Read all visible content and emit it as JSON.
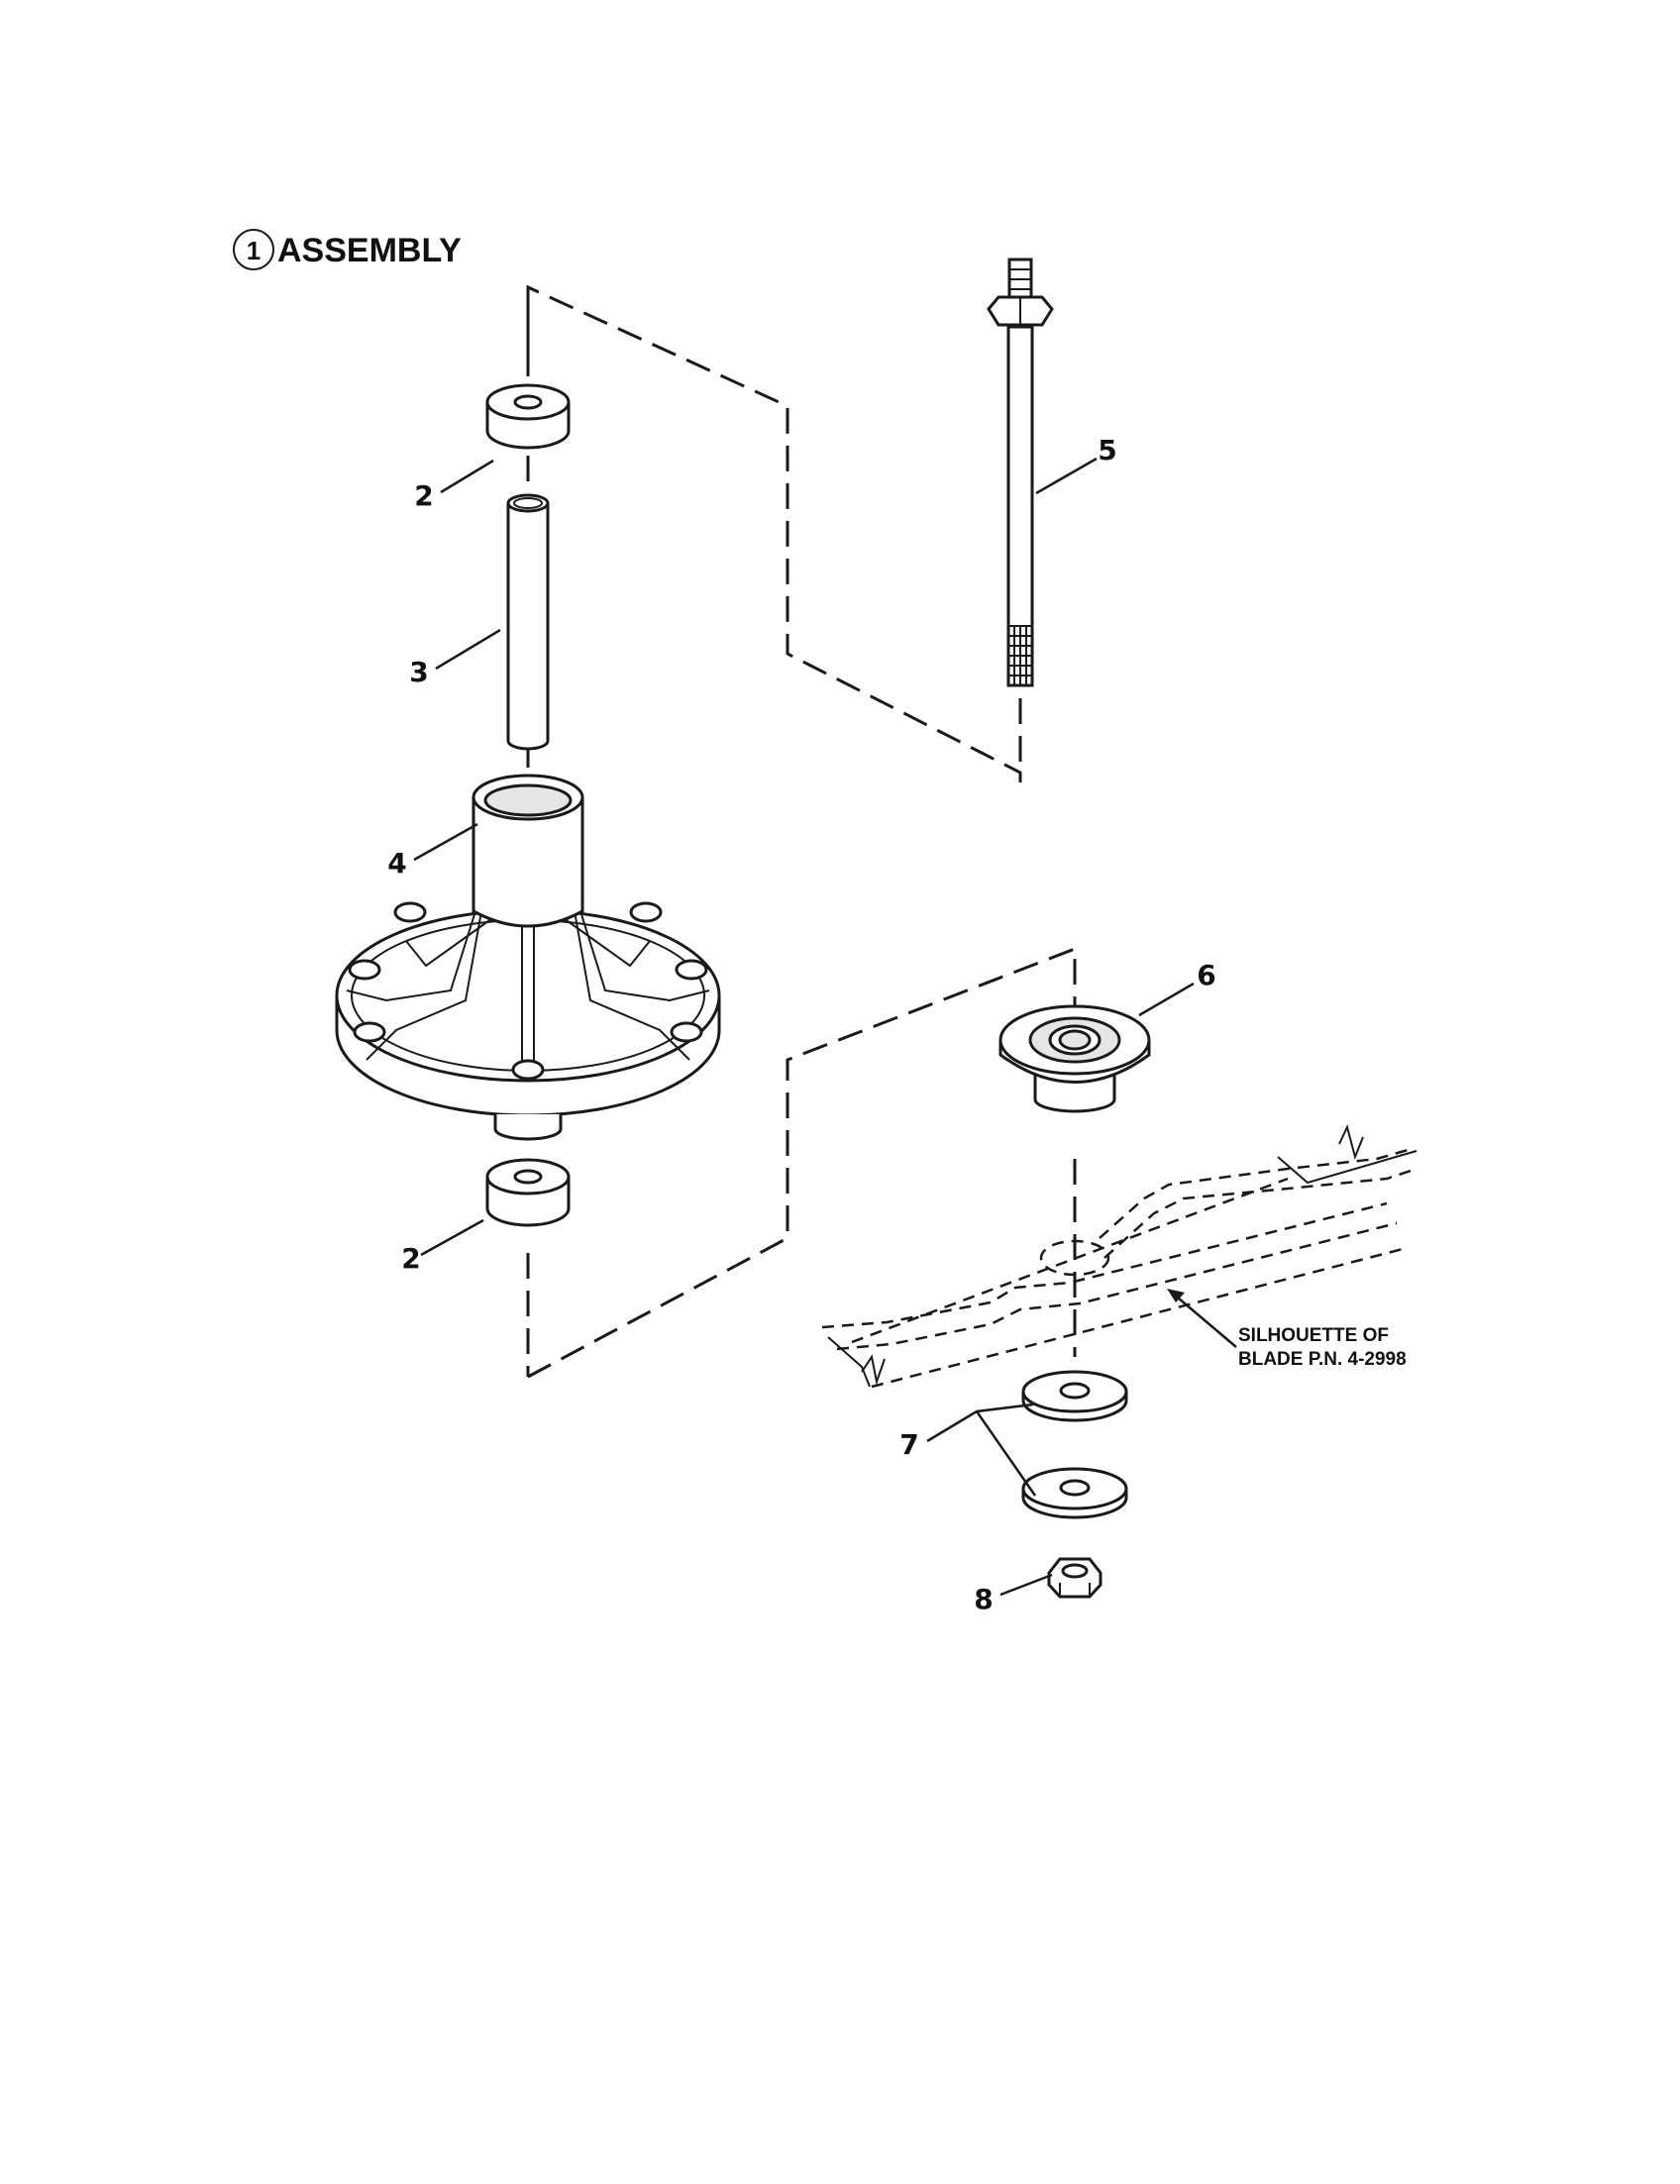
{
  "title": {
    "number": "1",
    "text": "ASSEMBLY"
  },
  "callouts": [
    {
      "id": "callout-2-top",
      "label": "2"
    },
    {
      "id": "callout-3",
      "label": "3"
    },
    {
      "id": "callout-4",
      "label": "4"
    },
    {
      "id": "callout-2-bottom",
      "label": "2"
    },
    {
      "id": "callout-5",
      "label": "5"
    },
    {
      "id": "callout-6",
      "label": "6"
    },
    {
      "id": "callout-7",
      "label": "7"
    },
    {
      "id": "callout-8",
      "label": "8"
    }
  ],
  "note": {
    "line1": "SILHOUETTE OF",
    "line2": "BLADE P.N. 4-2998"
  }
}
